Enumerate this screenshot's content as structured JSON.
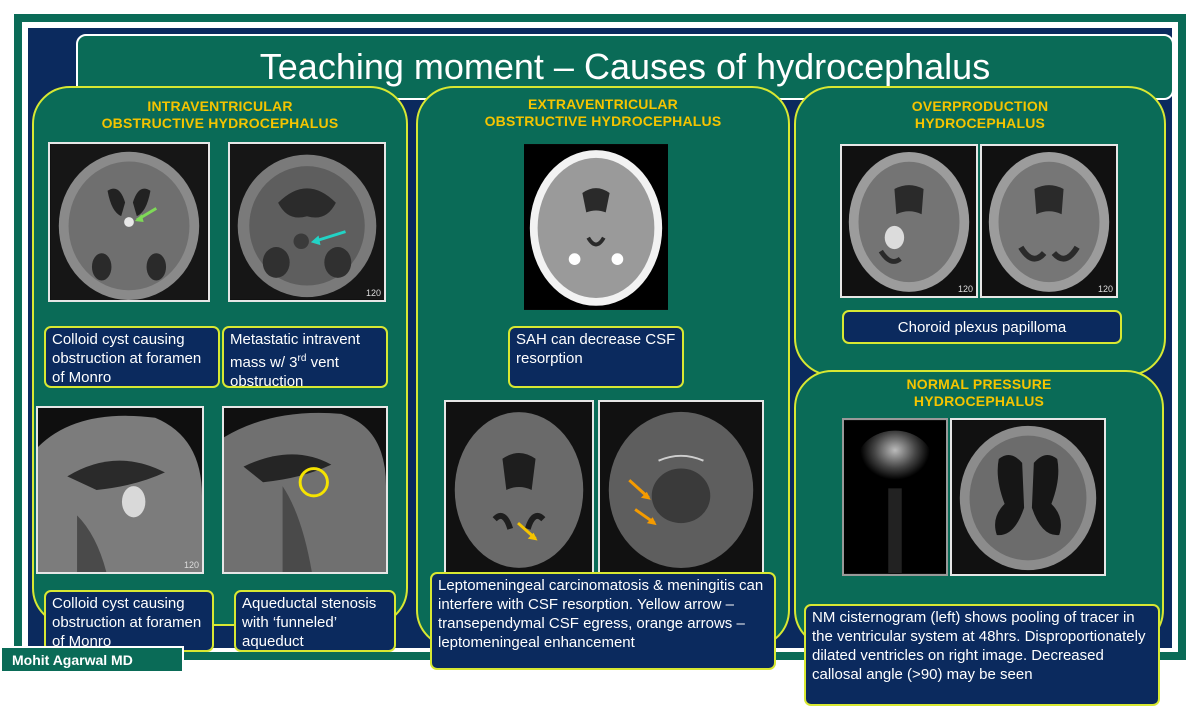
{
  "title": "Teaching moment – Causes of hydrocephalus",
  "author": "Mohit Agarwal MD",
  "colors": {
    "green": "#0a6b57",
    "navy": "#0b2a5e",
    "yellow_text": "#f5c400",
    "border_yellow": "#d8e832"
  },
  "panels": {
    "intra": {
      "title_line1": "INTRAVENTRICULAR",
      "title_line2": "OBSTRUCTIVE HYDROCEPHALUS",
      "cap1": "Colloid cyst causing obstruction at foramen of Monro",
      "cap2_part1": "Metastatic intravent mass w/ 3",
      "cap2_sup": "rd",
      "cap2_part2": " vent obstruction",
      "cap3": "Colloid cyst causing obstruction at foramen of Monro",
      "cap4": "Aqueductal stenosis with ‘funneled’ aqueduct",
      "label_120a": "120",
      "label_120b": "120"
    },
    "extra": {
      "title_line1": "EXTRAVENTRICULAR",
      "title_line2": "OBSTRUCTIVE HYDROCEPHALUS",
      "cap1": "SAH can decrease CSF resorption",
      "cap2": "Leptomeningeal carcinomatosis & meningitis can interfere with CSF resorption. Yellow arrow – transependymal CSF egress, orange arrows – leptomeningeal enhancement"
    },
    "over": {
      "title_line1": "OVERPRODUCTION",
      "title_line2": "HYDROCEPHALUS",
      "cap1": "Choroid plexus papilloma",
      "label_120a": "120",
      "label_120b": "120"
    },
    "nph": {
      "title_line1": "NORMAL PRESSURE",
      "title_line2": "HYDROCEPHALUS",
      "cap1": "NM cisternogram (left) shows pooling of tracer in the ventricular system at 48hrs. Disproportionately dilated ventricles on right image. Decreased callosal angle (>90) may be seen"
    }
  }
}
